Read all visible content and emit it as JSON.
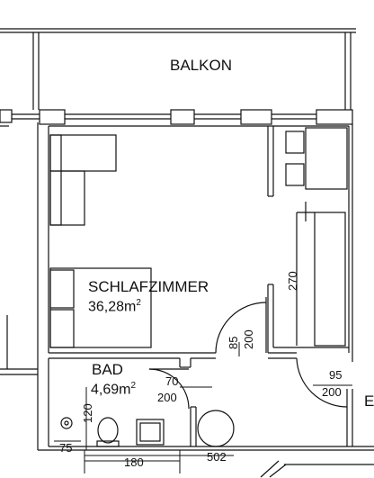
{
  "rooms": {
    "balkon": {
      "name": "BALKON"
    },
    "schlafzimmer": {
      "name": "SCHLAFZIMMER",
      "area": "36,28m",
      "area_sup": "2"
    },
    "bad": {
      "name": "BAD",
      "area": "4,69m",
      "area_sup": "2"
    },
    "edge_label": "E"
  },
  "dimensions": {
    "wardrobe_depth": "270",
    "door_main_width": "85",
    "door_main_height": "200",
    "door_bath_width": "70",
    "door_bath_height": "200",
    "door_right_width": "95",
    "door_right_height": "200",
    "window_bath": "120",
    "fixture_75": "75",
    "width_180": "180",
    "width_502": "502"
  },
  "colors": {
    "line": "#111111",
    "wall_fill": "#ffffff",
    "furniture": "#444444"
  }
}
